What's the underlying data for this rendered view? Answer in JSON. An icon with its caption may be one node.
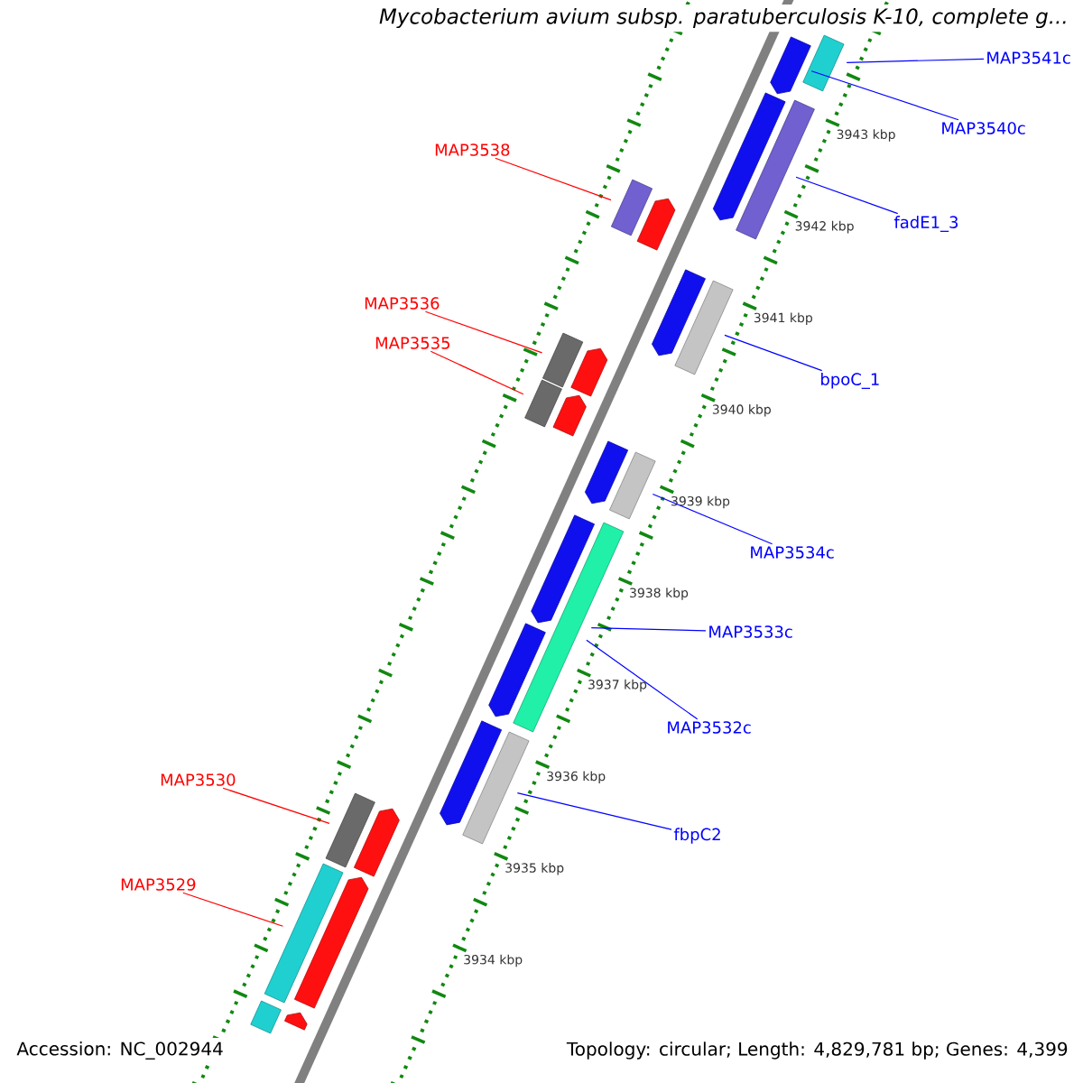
{
  "diagram": {
    "title": "Mycobacterium avium subsp. paratuberculosis K-10, complete g...",
    "nodes": [
      {
        "text": [
          "MAP3541c"
        ]
      },
      {
        "text": [],
        "shape": "box"
      },
      {
        "text": [],
        "shape": "arrow"
      },
      {
        "text": [
          "MAP3540c"
        ]
      },
      {
        "text": [],
        "shape": "arrow"
      },
      {
        "text": [],
        "shape": "box"
      },
      {
        "text": [
          "MAP3538"
        ]
      },
      {
        "text": [],
        "shape": "box"
      },
      {
        "text": [],
        "shape": "arrow"
      },
      {
        "text": [
          "fadE1_3"
        ]
      },
      {
        "text": [],
        "shape": "arrow"
      },
      {
        "text": [],
        "shape": "box"
      },
      {
        "text": [
          "MAP3536"
        ]
      },
      {
        "text": [],
        "shape": "box"
      },
      {
        "text": [],
        "shape": "arrow"
      },
      {
        "text": [
          "MAP3535"
        ]
      },
      {
        "text": [],
        "shape": "box"
      },
      {
        "text": [],
        "shape": "arrow"
      },
      {
        "text": [
          "bpoC_1"
        ]
      },
      {
        "text": [],
        "shape": "arrow"
      },
      {
        "text": [],
        "shape": "box"
      },
      {
        "text": [
          "MAP3534c"
        ]
      },
      {
        "text": [],
        "shape": "arrow"
      },
      {
        "text": [],
        "shape": "box"
      },
      {
        "text": [
          "MAP3533c"
        ]
      },
      {
        "text": [],
        "shape": "arrow"
      },
      {
        "text": [
          "MAP3532c"
        ]
      },
      {
        "text": [],
        "shape": "arrow"
      },
      {
        "text": [],
        "shape": "box"
      },
      {
        "text": [
          "MAP3530"
        ]
      },
      {
        "text": [],
        "shape": "box"
      },
      {
        "text": [],
        "shape": "arrow"
      },
      {
        "text": [
          "fbpC2"
        ]
      },
      {
        "text": [
          "MAP3529"
        ]
      },
      {
        "text": [],
        "shape": "box"
      },
      {
        "text": [],
        "shape": "arrow"
      },
      {
        "text": [],
        "shape": "box"
      },
      {
        "text": [],
        "shape": "arrow"
      }
    ],
    "edges": [
      {
        "from": 0,
        "to": 1,
        "arrow": "none"
      },
      {
        "from": 3,
        "to": 2,
        "arrow": "none"
      },
      {
        "from": 6,
        "to": 7,
        "arrow": "none",
        "color": "#ff0000"
      },
      {
        "from": 9,
        "to": 5,
        "arrow": "none"
      },
      {
        "from": 12,
        "to": 13,
        "arrow": "none",
        "color": "#ff0000"
      },
      {
        "from": 15,
        "to": 16,
        "arrow": "none",
        "color": "#ff0000"
      },
      {
        "from": 18,
        "to": 11,
        "arrow": "none"
      },
      {
        "from": 21,
        "to": 20,
        "arrow": "none"
      },
      {
        "from": 24,
        "to": 23,
        "arrow": "none"
      },
      {
        "from": 26,
        "to": 23,
        "arrow": "none"
      },
      {
        "from": 29,
        "to": 30,
        "arrow": "none",
        "color": "#ff0000"
      },
      {
        "from": 32,
        "to": 28,
        "arrow": "none"
      },
      {
        "from": 33,
        "to": 34,
        "arrow": "none",
        "color": "#ff0000"
      }
    ],
    "labels": [
      "3943 kbp",
      "3942 kbp",
      "3941 kbp",
      "3940 kbp",
      "3939 kbp",
      "3938 kbp",
      "3937 kbp",
      "3936 kbp",
      "3935 kbp",
      "3934 kbp",
      "Accession: NC_002944",
      "Topology: circular; Length: 4,829,781 bp; Genes: 4,399"
    ]
  }
}
